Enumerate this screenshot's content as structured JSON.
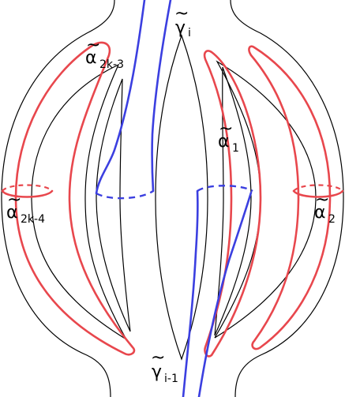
{
  "colors": {
    "surface": "#000000",
    "alpha_curves": "#e8474d",
    "gamma_curves": "#3b3fe0",
    "background": "#ffffff"
  },
  "labels": {
    "gamma_i": {
      "base": "γ",
      "tilde": "~",
      "sub": "i"
    },
    "gamma_i_minus_1": {
      "base": "γ",
      "tilde": "~",
      "sub": "i-1"
    },
    "alpha_1": {
      "base": "α",
      "tilde": "~",
      "sub": "1"
    },
    "alpha_2": {
      "base": "α",
      "tilde": "~",
      "sub": "2"
    },
    "alpha_2k_minus_3": {
      "base": "α",
      "tilde": "~",
      "sub": "2k-3"
    },
    "alpha_2k_minus_4": {
      "base": "α",
      "tilde": "~",
      "sub": "2k-4"
    }
  }
}
